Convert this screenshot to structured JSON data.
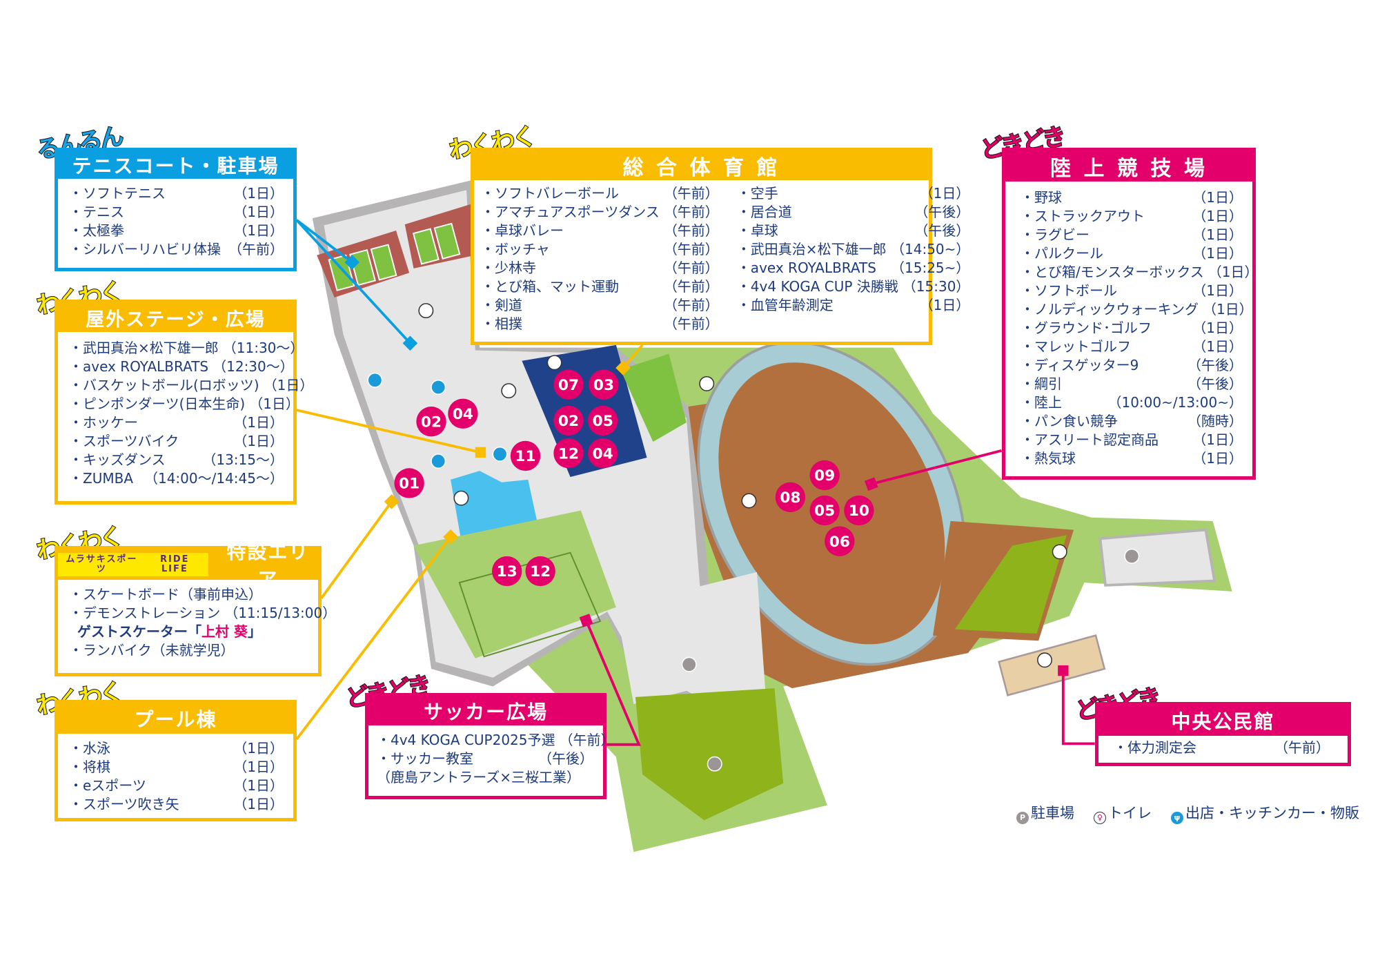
{
  "colors": {
    "blue": "#0a9fe0",
    "yellow": "#f9bc00",
    "pink": "#e4006a",
    "text": "#1d3b7e"
  },
  "tennis": {
    "tag": "るんるん",
    "title": "テニスコート・駐車場",
    "items": [
      {
        "name": "・ソフトテニス",
        "time": "（1日）"
      },
      {
        "name": "・テニス",
        "time": "（1日）"
      },
      {
        "name": "・太極拳",
        "time": "（1日）"
      },
      {
        "name": "・シルバーリハビリ体操",
        "time": "（午前）"
      }
    ]
  },
  "stage": {
    "tag": "わくわく",
    "title": "屋外ステージ・広場",
    "items": [
      {
        "name": "・武田真治×松下雄一郎",
        "time": "（11:30～）"
      },
      {
        "name": "・avex ROYALBRATS",
        "time": "（12:30～）"
      },
      {
        "name": "・バスケットボール(ロボッツ)",
        "time": "（1日）"
      },
      {
        "name": "・ピンポンダーツ(日本生命)",
        "time": "（1日）"
      },
      {
        "name": "・ホッケー",
        "time": "（1日）"
      },
      {
        "name": "・スポーツバイク",
        "time": "（1日）"
      },
      {
        "name": "・キッズダンス",
        "time": "（13:15～）"
      },
      {
        "name": "・ZUMBA",
        "time": "（14:00～/14:45～）"
      }
    ]
  },
  "special": {
    "tag": "わくわく",
    "logo_left": "ムラサキスポーツ",
    "logo_right": "RIDE LIFE",
    "title": "特設エリア",
    "items": [
      {
        "name": "・スケートボード（事前申込）",
        "time": ""
      },
      {
        "name": "・デモンストレーション",
        "time": "（11:15/13:00）"
      }
    ],
    "guest_label": "ゲストスケーター「",
    "guest_name": "上村 葵",
    "guest_close": "」",
    "items2": [
      {
        "name": "・ランバイク（未就学児）",
        "time": ""
      }
    ]
  },
  "pool": {
    "tag": "わくわく",
    "title": "プール棟",
    "items": [
      {
        "name": "・水泳",
        "time": "（1日）"
      },
      {
        "name": "・将棋",
        "time": "（1日）"
      },
      {
        "name": "・eスポーツ",
        "time": "（1日）"
      },
      {
        "name": "・スポーツ吹き矢",
        "time": "（1日）"
      }
    ]
  },
  "gym": {
    "tag": "わくわく",
    "title": "総 合 体 育 館",
    "left": [
      {
        "name": "・ソフトバレーボール",
        "time": "（午前）"
      },
      {
        "name": "・アマチュアスポーツダンス",
        "time": "（午前）"
      },
      {
        "name": "・卓球バレー",
        "time": "（午前）"
      },
      {
        "name": "・ボッチャ",
        "time": "（午前）"
      },
      {
        "name": "・少林寺",
        "time": "（午前）"
      },
      {
        "name": "・とび箱、マット運動",
        "time": "（午前）"
      },
      {
        "name": "・剣道",
        "time": "（午前）"
      },
      {
        "name": "・相撲",
        "time": "（午前）"
      }
    ],
    "right": [
      {
        "name": "・空手",
        "time": "（1日）"
      },
      {
        "name": "・居合道",
        "time": "（午後）"
      },
      {
        "name": "・卓球",
        "time": "（午後）"
      },
      {
        "name": "・武田真治×松下雄一郎",
        "time": "（14:50~）"
      },
      {
        "name": "・avex ROYALBRATS",
        "time": "（15:25~）"
      },
      {
        "name": "・4v4 KOGA CUP 決勝戦",
        "time": "（15:30）"
      },
      {
        "name": "・血管年齢測定",
        "time": "（1日）"
      }
    ]
  },
  "athletics": {
    "tag": "どきどき",
    "title": "陸 上 競 技 場",
    "items": [
      {
        "name": "・野球",
        "time": "（1日）"
      },
      {
        "name": "・ストラックアウト",
        "time": "（1日）"
      },
      {
        "name": "・ラグビー",
        "time": "（1日）"
      },
      {
        "name": "・パルクール",
        "time": "（1日）"
      },
      {
        "name": "・とび箱/モンスターボックス",
        "time": "（1日）"
      },
      {
        "name": "・ソフトボール",
        "time": "（1日）"
      },
      {
        "name": "・ノルディックウォーキング",
        "time": "（1日）"
      },
      {
        "name": "・グラウンド･ゴルフ",
        "time": "（1日）"
      },
      {
        "name": "・マレットゴルフ",
        "time": "（1日）"
      },
      {
        "name": "・ディスゲッター9",
        "time": "（午後）"
      },
      {
        "name": "・綱引",
        "time": "（午後）"
      },
      {
        "name": "・陸上",
        "time": "（10:00~/13:00~）"
      },
      {
        "name": "・パン食い競争",
        "time": "（随時）"
      },
      {
        "name": "・アスリート認定商品",
        "time": "（1日）"
      },
      {
        "name": "・熱気球",
        "time": "（1日）"
      }
    ]
  },
  "soccer": {
    "tag": "どきどき",
    "title": "サッカー広場",
    "items": [
      {
        "name": "・4v4 KOGA CUP2025予選",
        "time": "（午前）"
      },
      {
        "name": "・サッカー教室",
        "time": "（午後）"
      },
      {
        "name": "（鹿島アントラーズ×三桜工業）",
        "time": ""
      }
    ]
  },
  "hall": {
    "tag": "どきどき",
    "title": "中央公民館",
    "items": [
      {
        "name": "・体力測定会",
        "time": "（午前）"
      }
    ]
  },
  "legend": {
    "parking": "駐車場",
    "toilet": "トイレ",
    "shop": "出店・キッチンカー・物販",
    "parking_symbol": "P"
  },
  "markers": [
    "01",
    "02",
    "04",
    "11",
    "07",
    "03",
    "02",
    "05",
    "12",
    "04",
    "13",
    "12",
    "09",
    "08",
    "05",
    "10",
    "06"
  ]
}
